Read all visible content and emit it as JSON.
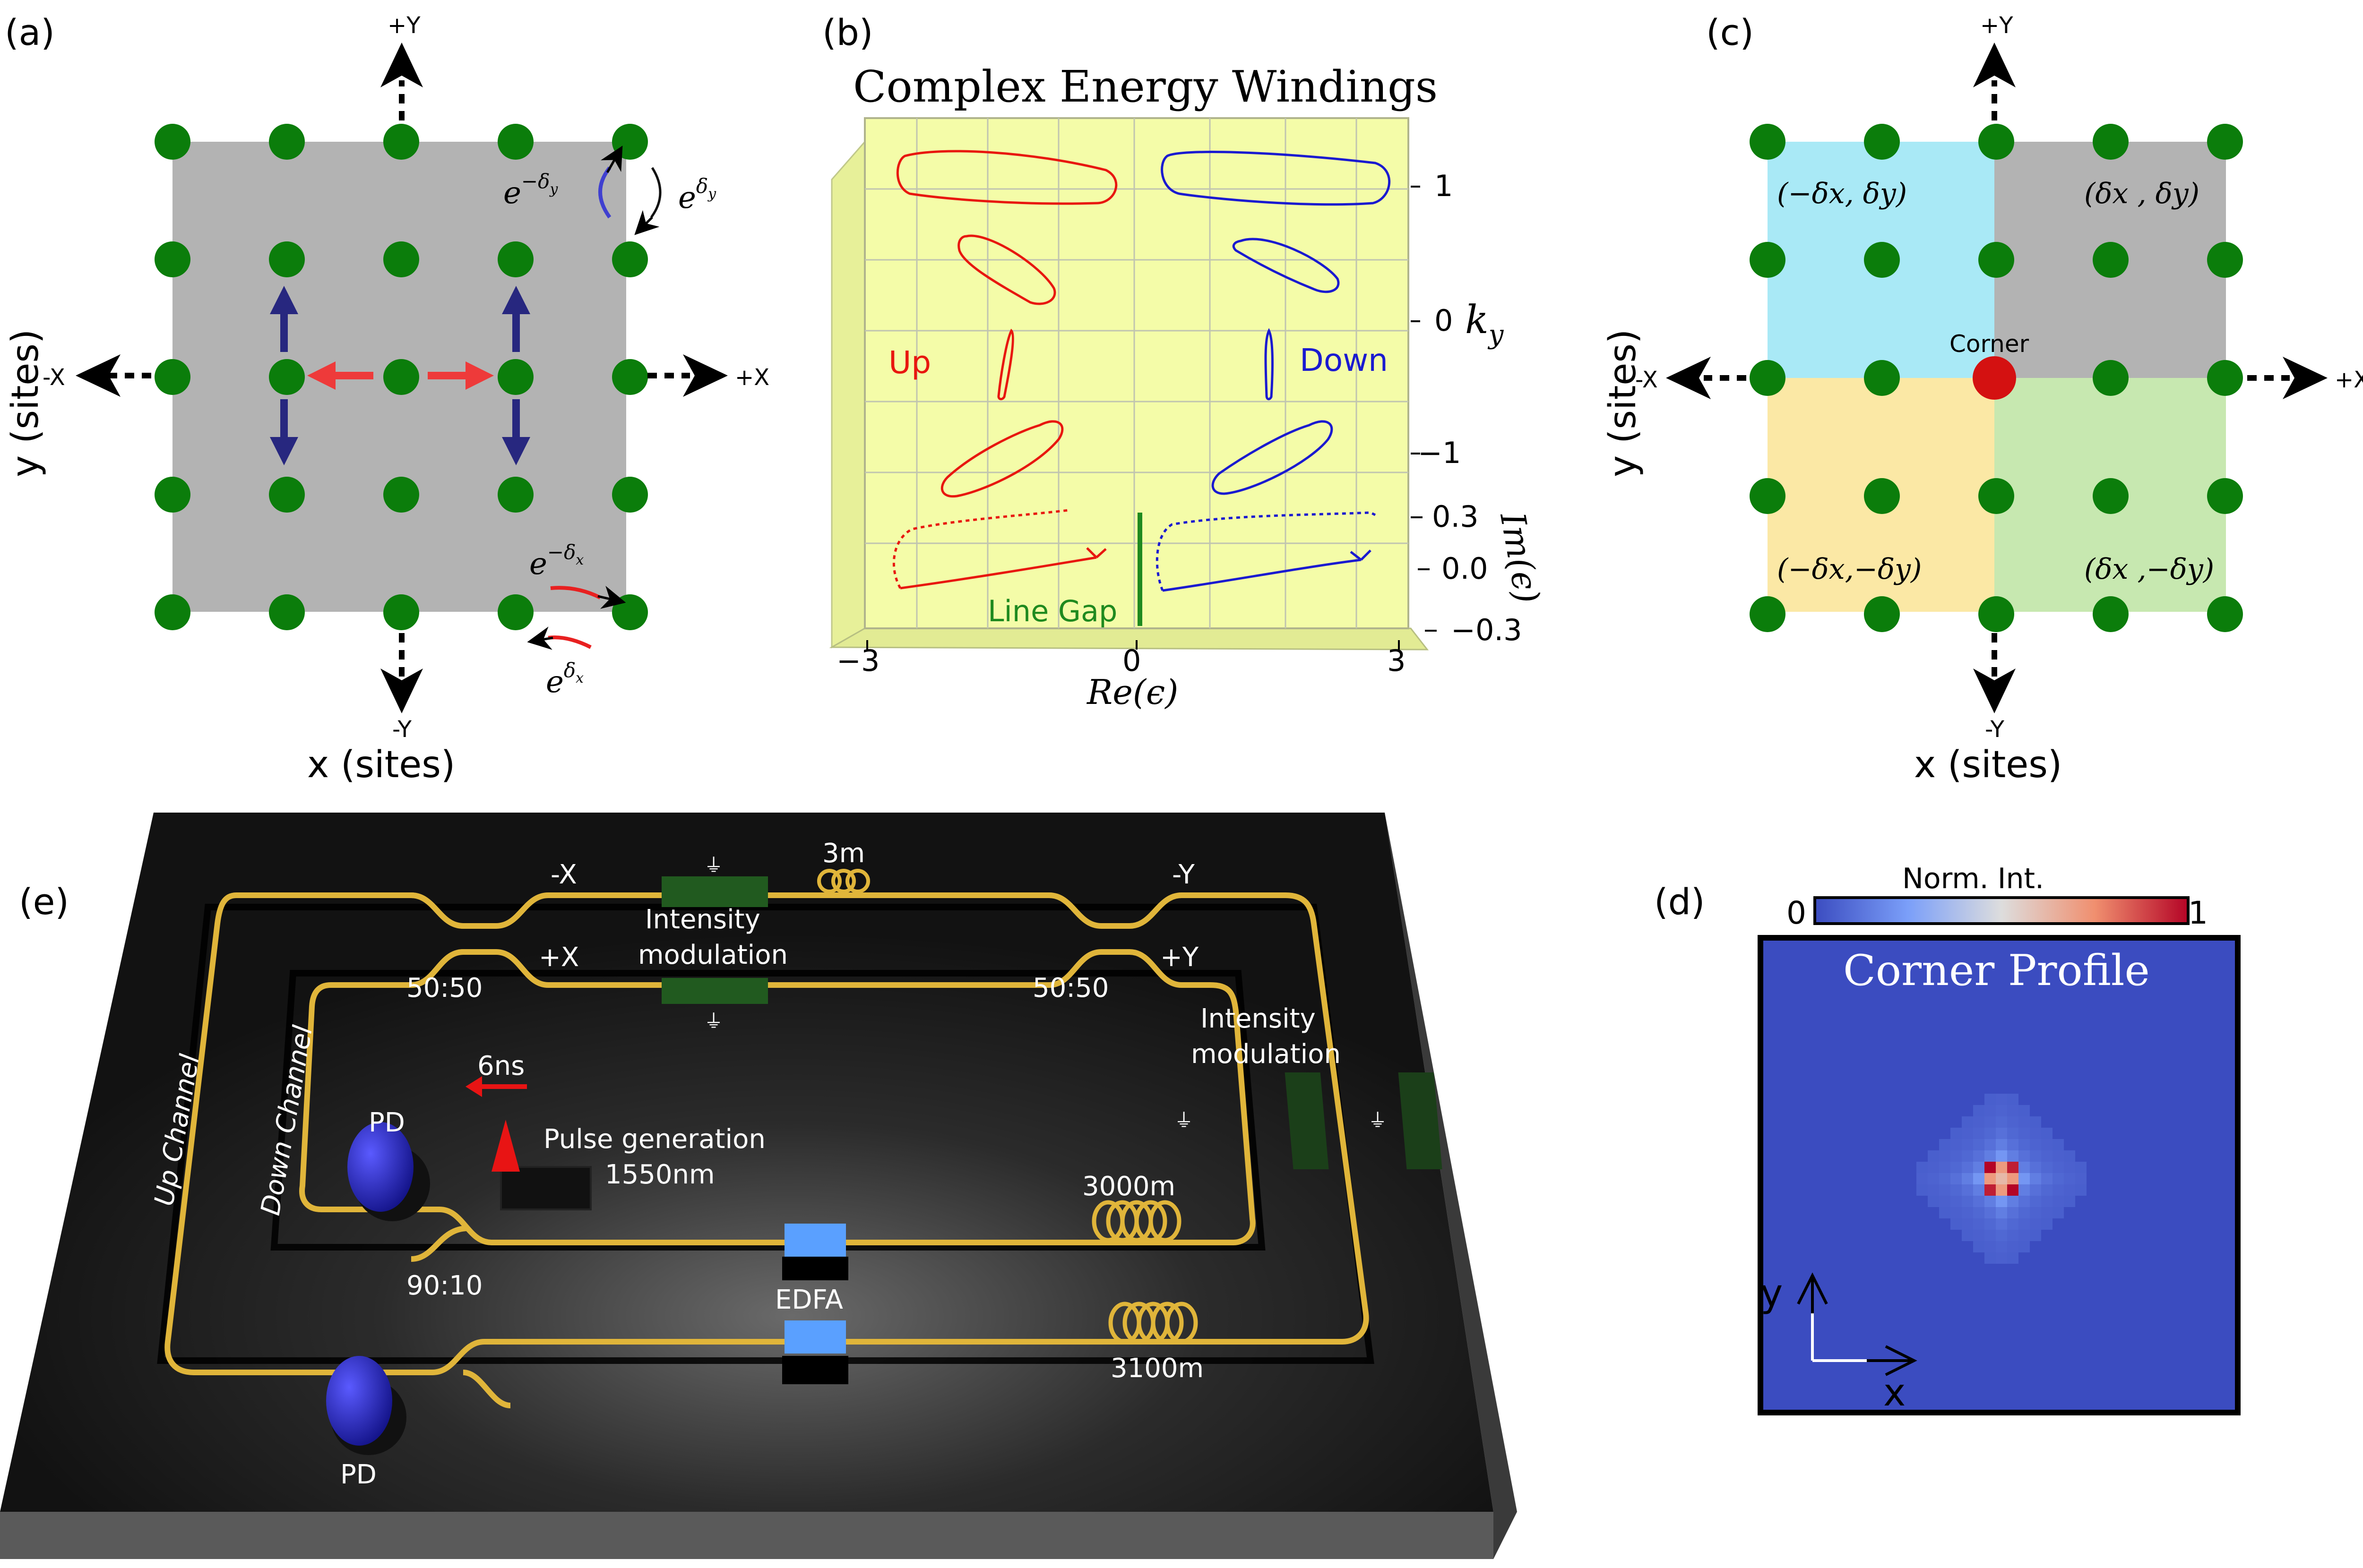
{
  "panels": {
    "a": {
      "label": "(a)",
      "xlabel": "x (sites)",
      "ylabel": "y (sites)",
      "dir_py": "+Y",
      "dir_my": "-Y",
      "dir_px": "+X",
      "dir_mx": "-X",
      "hop_y_left_base": "e",
      "hop_y_left_exp": "−δ",
      "hop_y_left_sub": "y",
      "hop_y_right_base": "e",
      "hop_y_right_exp": "δ",
      "hop_y_right_sub": "y",
      "hop_x_top_base": "e",
      "hop_x_top_exp": "−δ",
      "hop_x_top_sub": "x",
      "hop_x_bot_base": "e",
      "hop_x_bot_exp": "δ",
      "hop_x_bot_sub": "x"
    },
    "b": {
      "label": "(b)",
      "title": "Complex Energy Windings",
      "series_up": "Up",
      "series_down": "Down",
      "line_gap": "Line Gap",
      "xlabel": "Re(ϵ)",
      "zlabel": "Im(ϵ)",
      "ylabel_k": "k",
      "ylabel_k_sub": "y",
      "x_ticks": [
        "−3",
        "0",
        "3"
      ],
      "ky_ticks": [
        "1",
        "0",
        "−1"
      ],
      "im_ticks": [
        "0.3",
        "0.0",
        "−0.3"
      ],
      "colors": {
        "up": "#e8170f",
        "down": "#1a1ad0",
        "gap": "#1f8a1f",
        "plane": "#f4fca8"
      }
    },
    "c": {
      "label": "(c)",
      "xlabel": "x (sites)",
      "ylabel": "y (sites)",
      "dir_py": "+Y",
      "dir_my": "-Y",
      "dir_px": "+X",
      "dir_mx": "-X",
      "corner": "Corner",
      "quadrants": {
        "tl": "(−δx, δy)",
        "tr": "(δx , δy)",
        "bl": "(−δx,−δy)",
        "br": "(δx ,−δy)"
      },
      "colors": {
        "tl": "#a9e9f6",
        "tr": "#b3b3b3",
        "bl": "#fbe8a5",
        "br": "#c7e8b0",
        "site": "#0b7d0b",
        "corner": "#d41111"
      }
    },
    "d": {
      "label": "(d)",
      "colorbar_title": "Norm. Int.",
      "colorbar_min": "0",
      "colorbar_max": "1",
      "title": "Corner Profile",
      "axis_x": "x",
      "axis_y": "y"
    },
    "e": {
      "label": "(e)",
      "up_channel": "Up Channel",
      "down_channel": "Down Channel",
      "split_top_left": "50:50",
      "split_top_right": "50:50",
      "split_bottom": "90:10",
      "minus_x": "-X",
      "plus_x": "+X",
      "minus_y": "-Y",
      "plus_y": "+Y",
      "intensity_mod_1_line1": "Intensity",
      "intensity_mod_1_line2": "modulation",
      "intensity_mod_2_line1": "Intensity",
      "intensity_mod_2_line2": "modulation",
      "fiber_3m": "3m",
      "fiber_3000m": "3000m",
      "fiber_3100m": "3100m",
      "pulse_line1": "Pulse generation",
      "pulse_line2": "1550nm",
      "pulse_width": "6ns",
      "pd_top": "PD",
      "pd_bottom": "PD",
      "edfa": "EDFA"
    }
  }
}
